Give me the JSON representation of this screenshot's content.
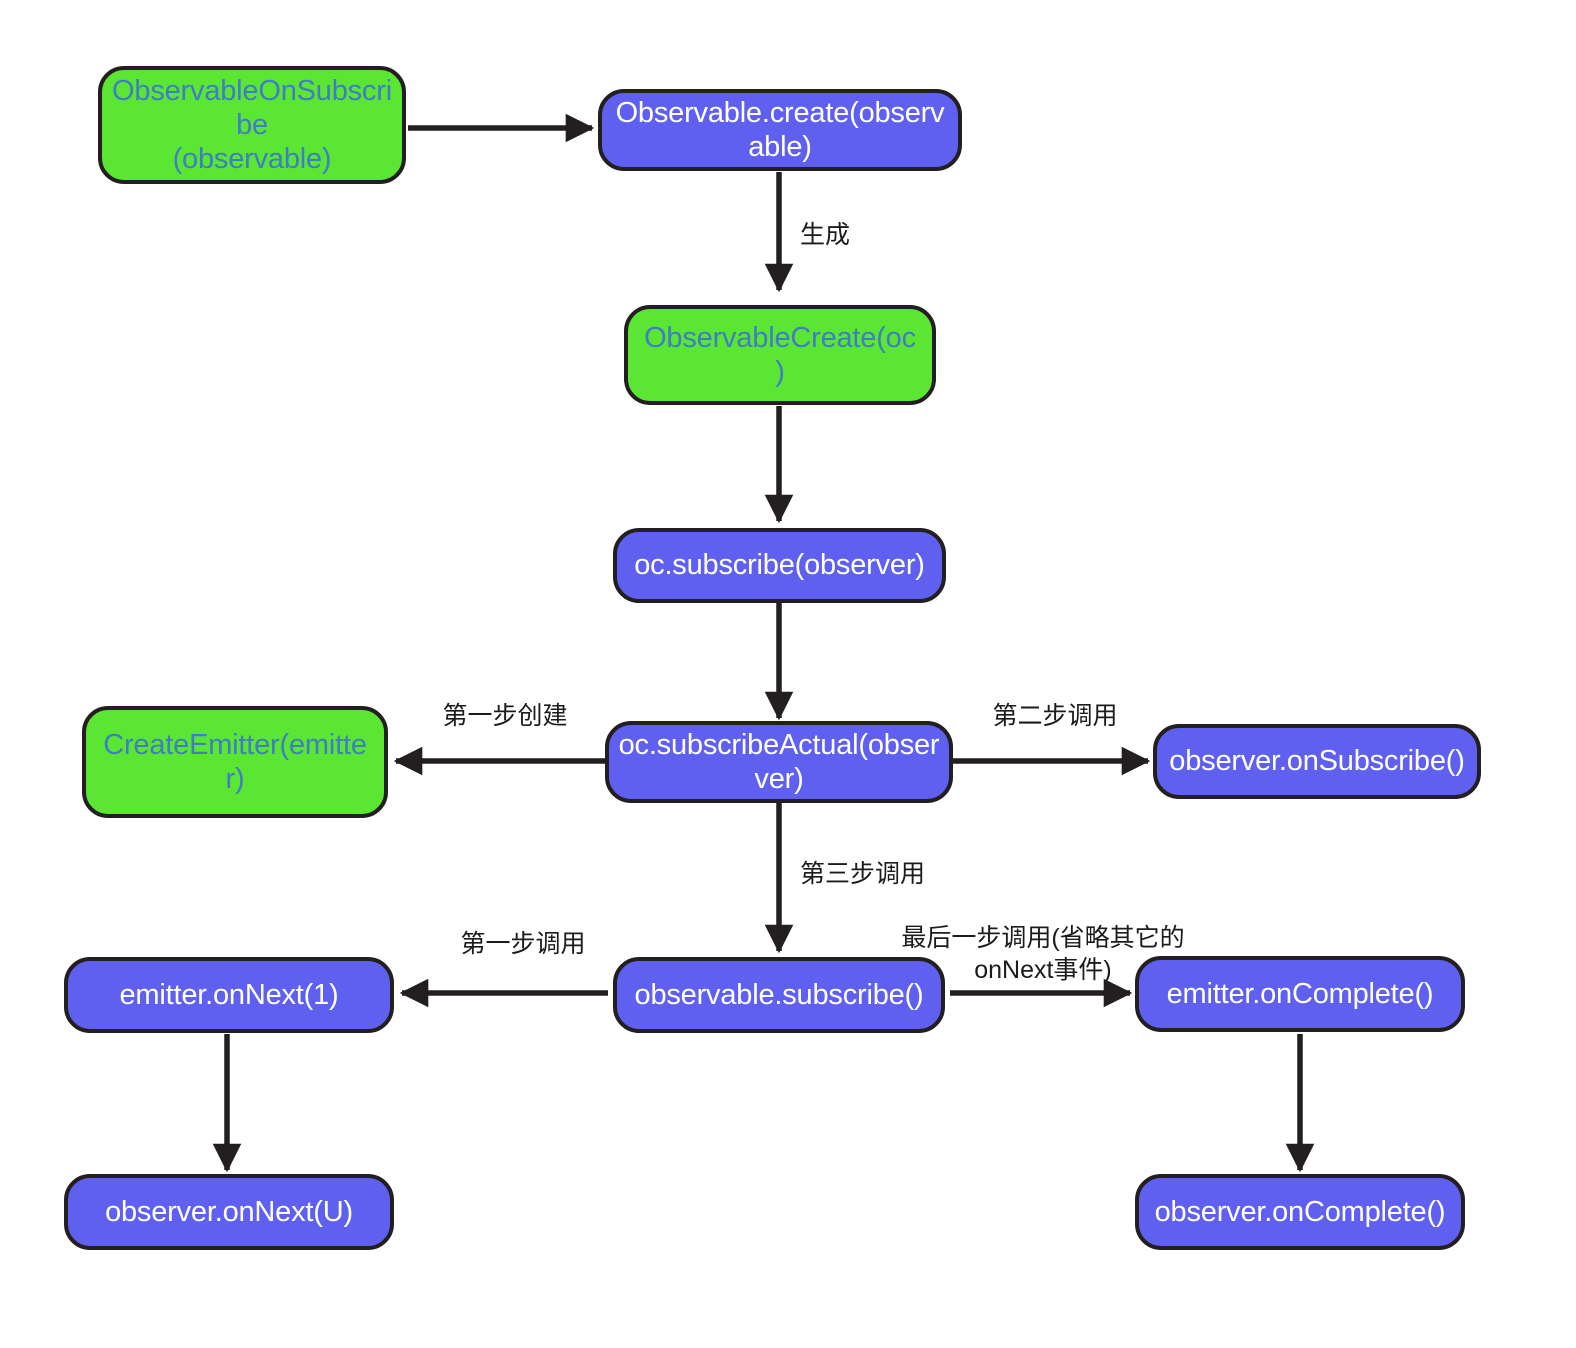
{
  "diagram": {
    "title": "RxJava Observable.create subscribe flow",
    "colors": {
      "green_fill": "#5ce634",
      "green_text": "#3d7ec4",
      "blue_fill": "#6060f0",
      "blue_text": "#ffffff",
      "stroke": "#231f20",
      "background": "#ffffff"
    },
    "nodes": [
      {
        "id": "observableOnSubscribe",
        "label": "ObservableOnSubscri\nbe\n(observable)",
        "type": "green"
      },
      {
        "id": "observableCreate",
        "label": "Observable.create(observ\nable)",
        "type": "blue"
      },
      {
        "id": "observableCreateClass",
        "label": "ObservableCreate(oc\n)",
        "type": "green"
      },
      {
        "id": "ocSubscribe",
        "label": "oc.subscribe(observer)",
        "type": "blue"
      },
      {
        "id": "createEmitter",
        "label": "CreateEmitter(emitte\nr)",
        "type": "green"
      },
      {
        "id": "ocSubscribeActual",
        "label": "oc.subscribeActual(obser\nver)",
        "type": "blue"
      },
      {
        "id": "observerOnSubscribe",
        "label": "observer.onSubscribe()",
        "type": "blue"
      },
      {
        "id": "emitterOnNext1",
        "label": "emitter.onNext(1)",
        "type": "blue"
      },
      {
        "id": "observableSubscribe",
        "label": "observable.subscribe()",
        "type": "blue"
      },
      {
        "id": "emitterOnComplete",
        "label": "emitter.onComplete()",
        "type": "blue"
      },
      {
        "id": "observerOnNextU",
        "label": "observer.onNext(U)",
        "type": "blue"
      },
      {
        "id": "observerOnComplete",
        "label": "observer.onComplete()",
        "type": "blue"
      }
    ],
    "edges": [
      {
        "id": "e1",
        "from": "observableOnSubscribe",
        "to": "observableCreate",
        "label": ""
      },
      {
        "id": "e2",
        "from": "observableCreate",
        "to": "observableCreateClass",
        "label": "生成"
      },
      {
        "id": "e3",
        "from": "observableCreateClass",
        "to": "ocSubscribe",
        "label": ""
      },
      {
        "id": "e4",
        "from": "ocSubscribe",
        "to": "ocSubscribeActual",
        "label": ""
      },
      {
        "id": "e5",
        "from": "ocSubscribeActual",
        "to": "createEmitter",
        "label": "第一步创建"
      },
      {
        "id": "e6",
        "from": "ocSubscribeActual",
        "to": "observerOnSubscribe",
        "label": "第二步调用"
      },
      {
        "id": "e7",
        "from": "ocSubscribeActual",
        "to": "observableSubscribe",
        "label": "第三步调用"
      },
      {
        "id": "e8",
        "from": "observableSubscribe",
        "to": "emitterOnNext1",
        "label": "第一步调用"
      },
      {
        "id": "e9",
        "from": "observableSubscribe",
        "to": "emitterOnComplete",
        "label": "最后一步调用(省略其它的\nonNext事件)"
      },
      {
        "id": "e10",
        "from": "emitterOnNext1",
        "to": "observerOnNextU",
        "label": ""
      },
      {
        "id": "e11",
        "from": "emitterOnComplete",
        "to": "observerOnComplete",
        "label": ""
      }
    ]
  }
}
